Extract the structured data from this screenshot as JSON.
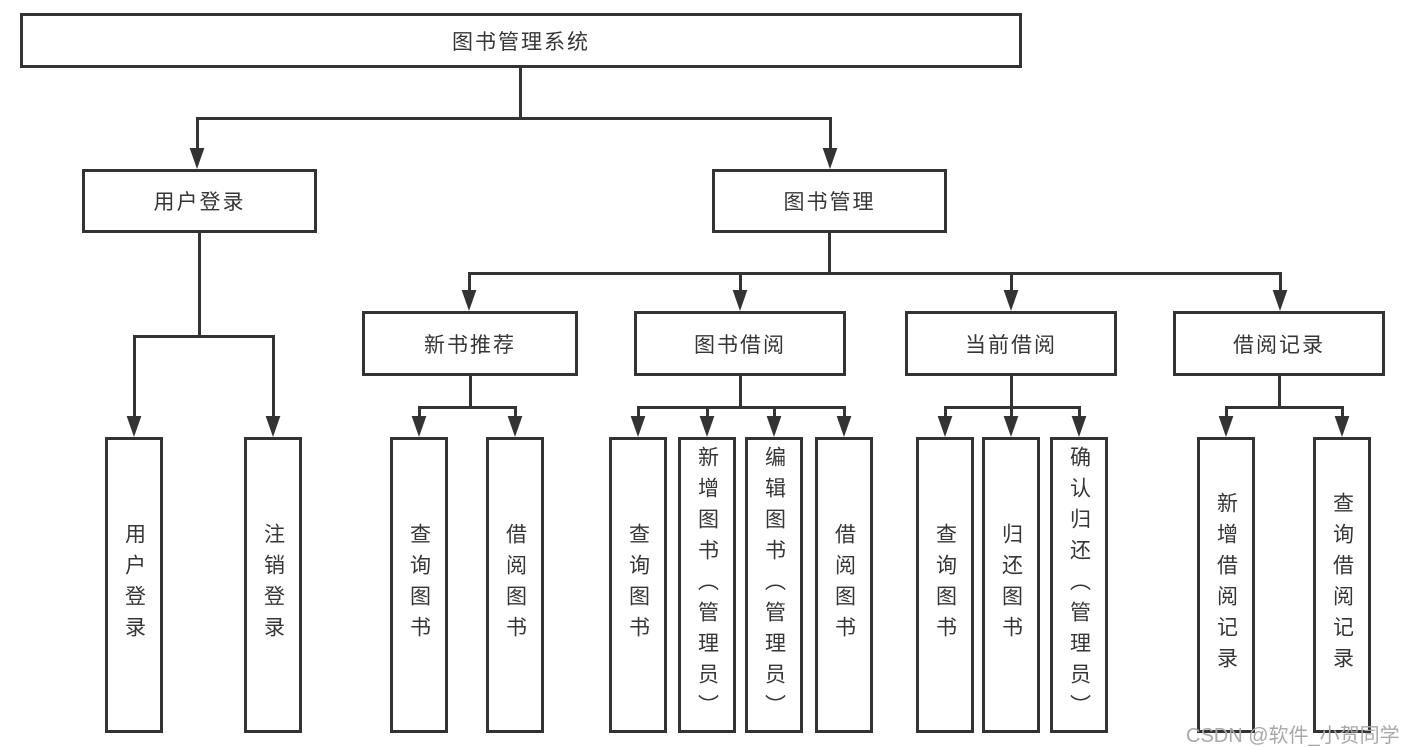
{
  "diagram": {
    "nodes": {
      "root": {
        "label": "图书管理系统"
      },
      "user_login": {
        "label": "用户登录"
      },
      "book_mgmt": {
        "label": "图书管理"
      },
      "new_book_rec": {
        "label": "新书推荐"
      },
      "book_borrow": {
        "label": "图书借阅"
      },
      "current_borrow": {
        "label": "当前借阅"
      },
      "borrow_records": {
        "label": "借阅记录"
      },
      "leaf_user_login": {
        "label": "用户登录"
      },
      "leaf_logout": {
        "label": "注销登录"
      },
      "leaf_query_book_rec": {
        "label": "查询图书"
      },
      "leaf_borrow_book_rec": {
        "label": "借阅图书"
      },
      "leaf_query_book_borrow": {
        "label": "查询图书"
      },
      "leaf_add_book": {
        "label": "新增图书（管理员）"
      },
      "leaf_edit_book": {
        "label": "编辑图书（管理员）"
      },
      "leaf_borrow_book_borrow": {
        "label": "借阅图书"
      },
      "leaf_query_book_current": {
        "label": "查询图书"
      },
      "leaf_return_book": {
        "label": "归还图书"
      },
      "leaf_confirm_return": {
        "label": "确认归还（管理员）"
      },
      "leaf_add_record": {
        "label": "新增借阅记录"
      },
      "leaf_query_record": {
        "label": "查询借阅记录"
      }
    }
  },
  "watermark": {
    "text": "CSDN @软件_小贺同学"
  },
  "colors": {
    "line": "#333333",
    "text": "#363636",
    "watermark": "#a9a9a9",
    "background": "#ffffff"
  }
}
